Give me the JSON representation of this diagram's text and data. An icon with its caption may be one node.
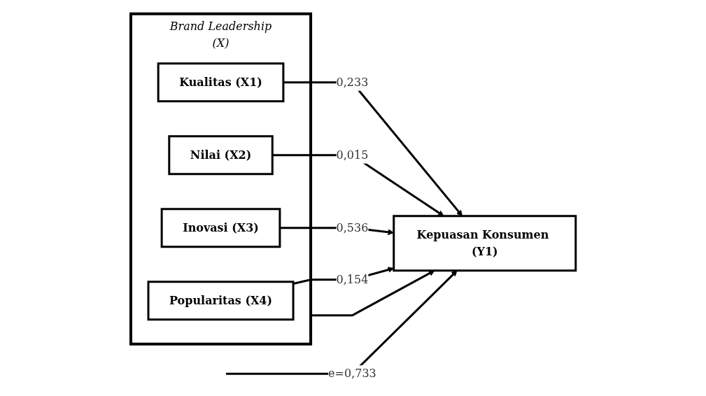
{
  "diagram": {
    "nodes": [
      {
        "text": [
          "Brand Leadership",
          "(X)"
        ]
      },
      {
        "text": [
          "Kualitas (X1)"
        ],
        "in": 0
      },
      {
        "text": [
          "Nilai (X2)"
        ],
        "in": 0
      },
      {
        "text": [
          "Inovasi (X3)"
        ],
        "in": 0
      },
      {
        "text": [
          "Popularitas (X4)"
        ],
        "in": 0
      },
      {
        "text": [
          "Kepuasan Konsumen (Y1)"
        ]
      }
    ],
    "edges": [
      {
        "from": 1,
        "to": 5,
        "arrow": "to",
        "label": "0,233"
      },
      {
        "from": 2,
        "to": 5,
        "arrow": "to",
        "label": "0,015"
      },
      {
        "from": 3,
        "to": 5,
        "arrow": "to",
        "label": "0,536"
      },
      {
        "from": 4,
        "to": 5,
        "arrow": "to",
        "label": "0,154"
      },
      {
        "from": 0,
        "to": 5,
        "arrow": "to"
      },
      {
        "from": null,
        "to": 5,
        "arrow": "to",
        "label": "e=0,733"
      }
    ]
  }
}
